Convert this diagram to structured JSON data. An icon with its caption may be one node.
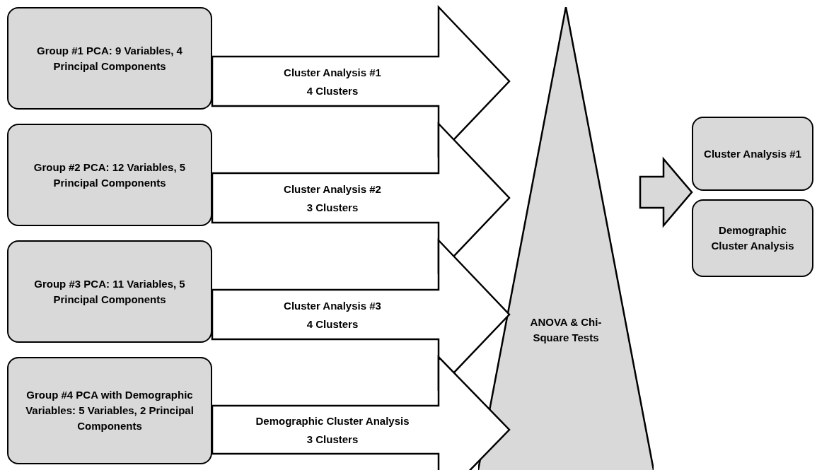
{
  "diagram": {
    "nodes": [
      {
        "text": [
          "Group #1 PCA: 9 Variables, 4 Principal Components"
        ]
      },
      {
        "text": [
          "Group #2 PCA: 12 Variables, 5 Principal Components"
        ]
      },
      {
        "text": [
          "Group #3 PCA: 11 Variables, 5 Principal Components"
        ]
      },
      {
        "text": [
          "Group #4 PCA with Demographic Variables: 5 Variables, 2 Principal Components"
        ]
      },
      {
        "text": [
          "ANOVA & Chi-Square Tests"
        ]
      },
      {
        "text": [
          "Cluster Analysis #1"
        ]
      },
      {
        "text": [
          "Demographic Cluster Analysis"
        ]
      }
    ],
    "edges": [
      {
        "from": 0,
        "to": 4,
        "arrow": "to",
        "label": "Cluster Analysis #1 4 Clusters"
      },
      {
        "from": 1,
        "to": 4,
        "arrow": "to",
        "label": "Cluster Analysis #2 3 Clusters"
      },
      {
        "from": 2,
        "to": 4,
        "arrow": "to",
        "label": "Cluster Analysis #3 4 Clusters"
      },
      {
        "from": 3,
        "to": 4,
        "arrow": "to",
        "label": "Demographic Cluster Analysis 3 Clusters"
      },
      {
        "from": 4,
        "to": 5,
        "arrow": "to"
      },
      {
        "from": 4,
        "to": 6,
        "arrow": "to"
      }
    ]
  }
}
